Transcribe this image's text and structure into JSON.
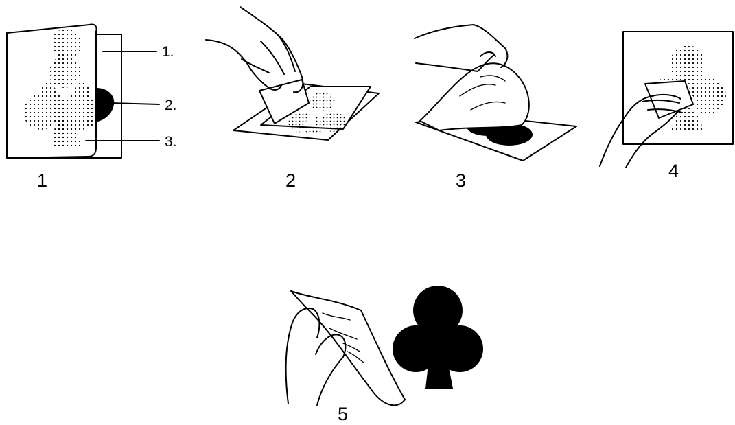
{
  "steps": [
    {
      "label": "1"
    },
    {
      "label": "2"
    },
    {
      "label": "3"
    },
    {
      "label": "4"
    },
    {
      "label": "5"
    }
  ],
  "callouts": [
    "1.",
    "2.",
    "3."
  ],
  "colors": {
    "ink": "#000000",
    "paper": "#ffffff"
  }
}
